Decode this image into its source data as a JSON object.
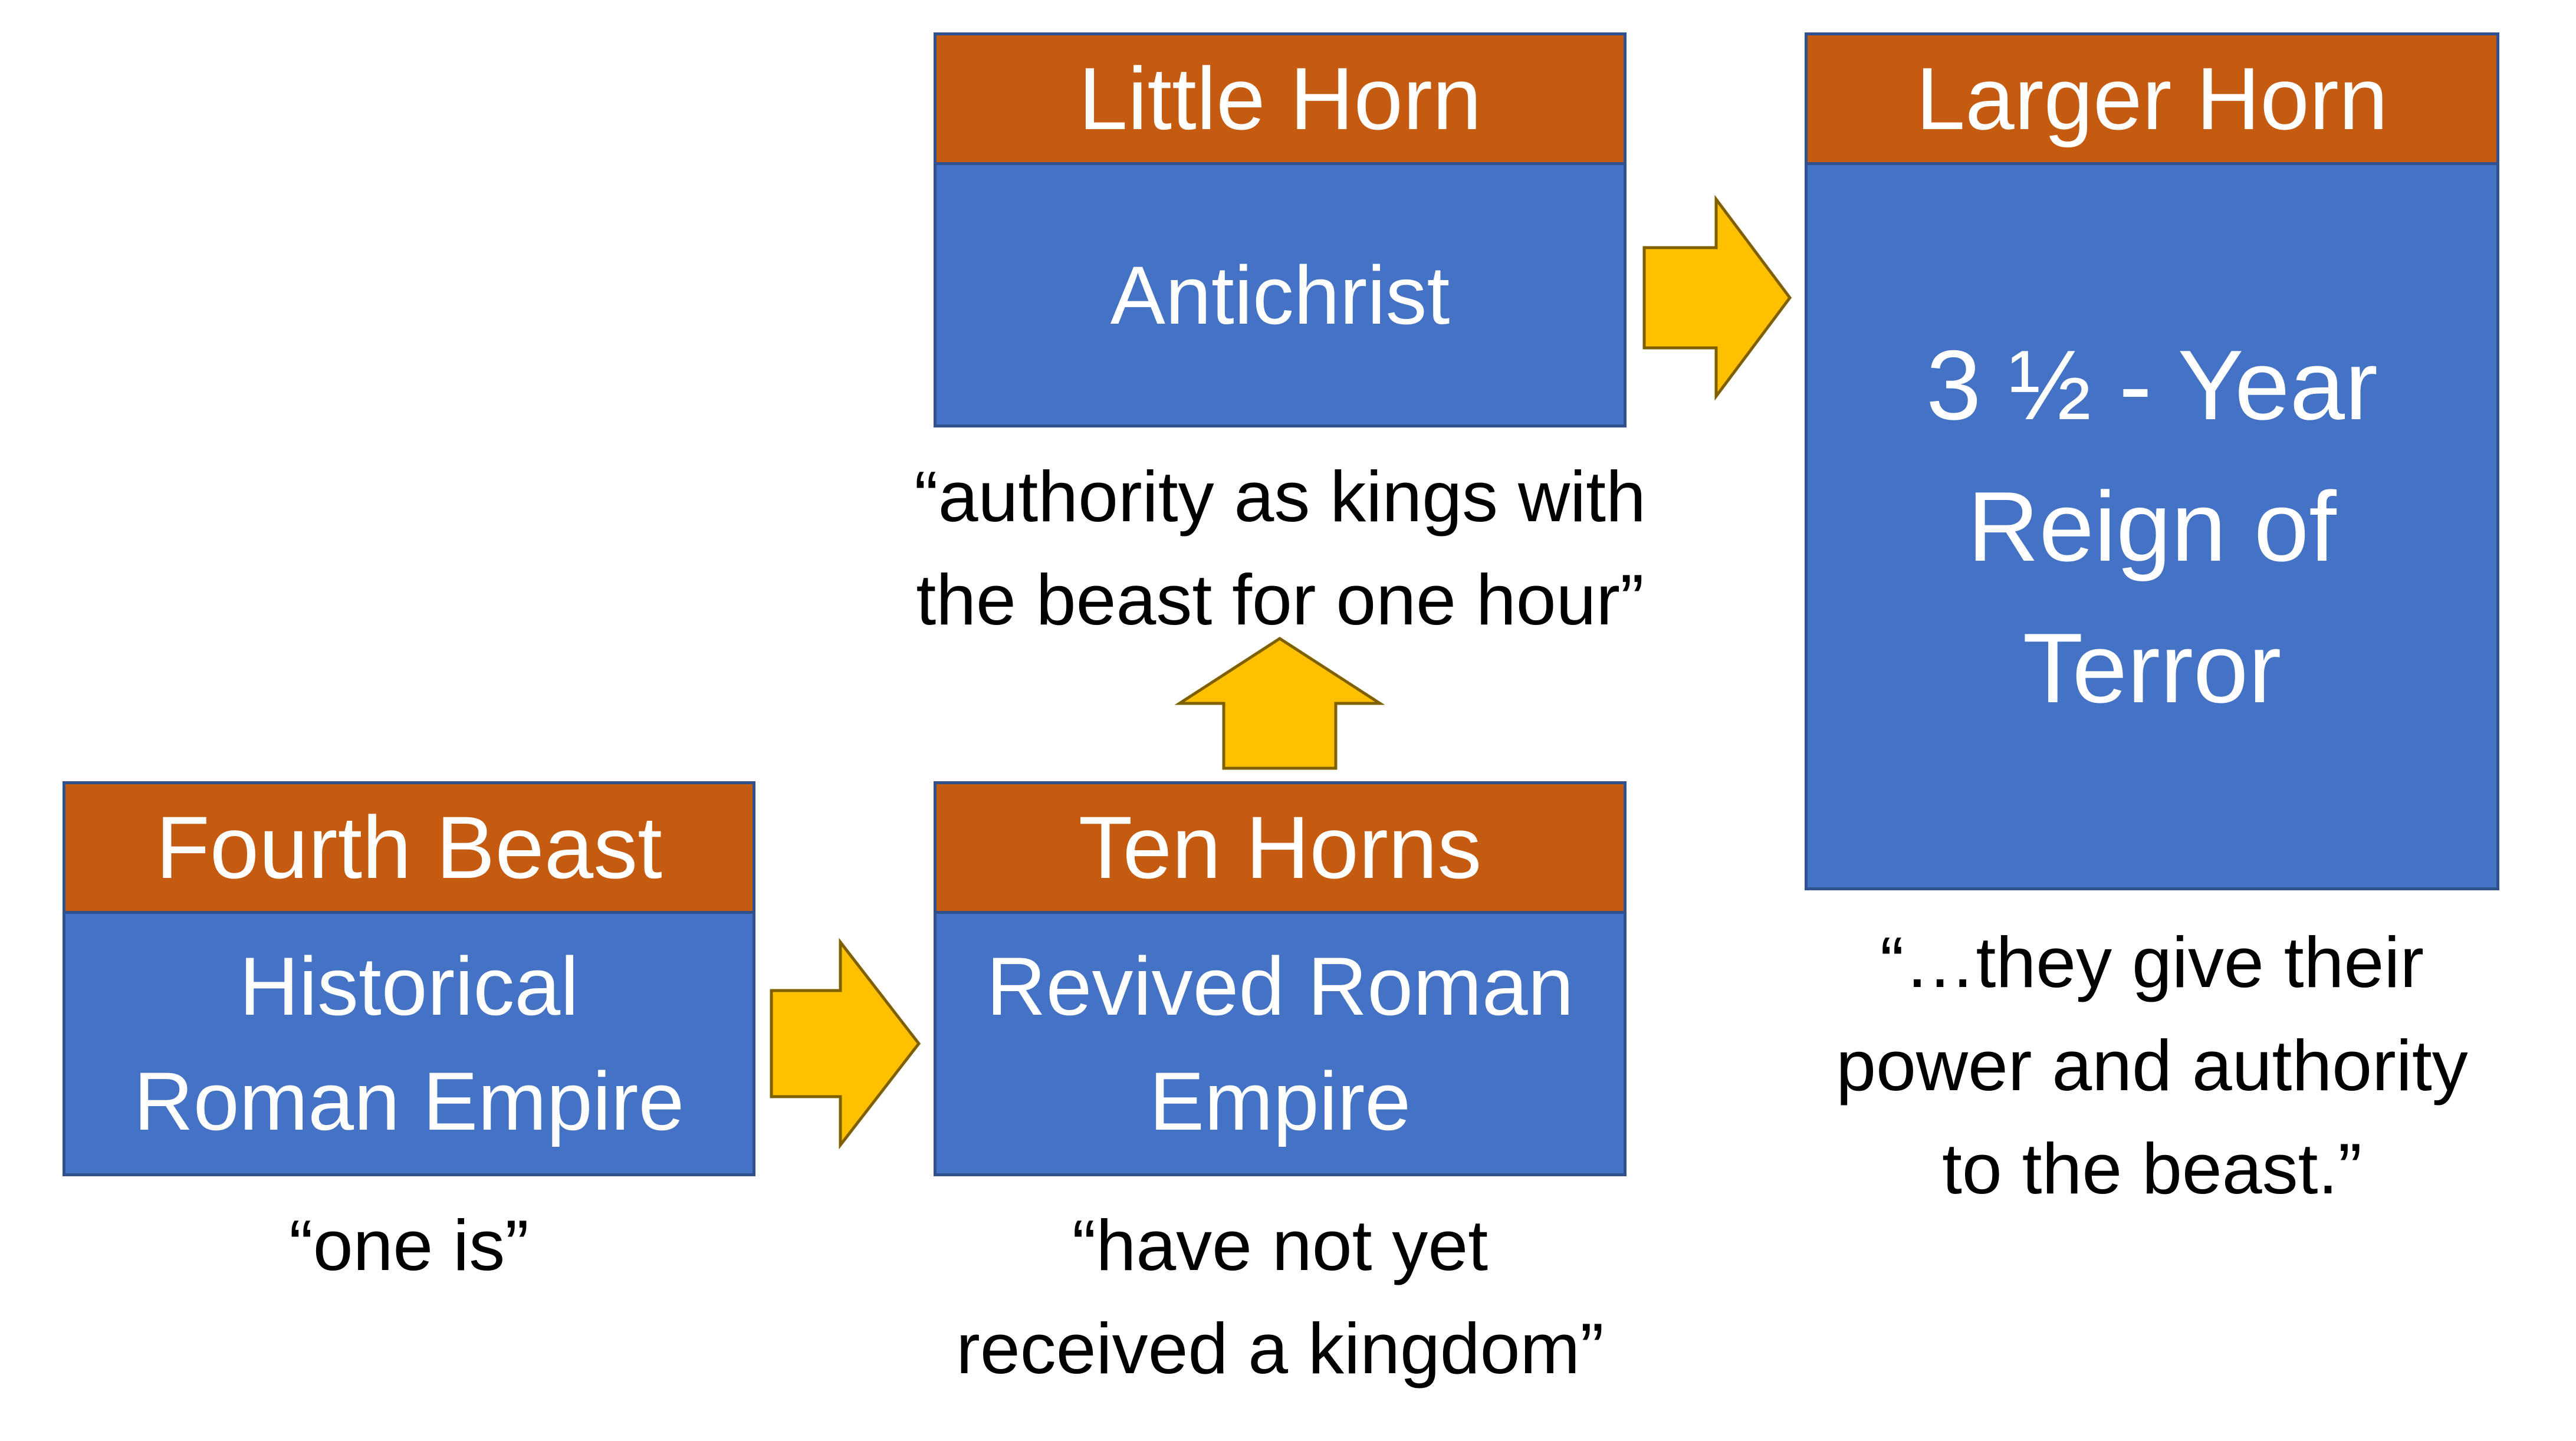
{
  "boxes": {
    "fourth_beast": {
      "title": "Fourth Beast",
      "body": "Historical\nRoman Empire",
      "quote": "“one is”"
    },
    "ten_horns": {
      "title": "Ten Horns",
      "body": "Revived Roman\nEmpire",
      "quote": "“have not yet\nreceived a kingdom”"
    },
    "little_horn": {
      "title": "Little Horn",
      "body": "Antichrist",
      "quote": "“authority as kings with\nthe beast for one hour”"
    },
    "larger_horn": {
      "title": "Larger Horn",
      "body": "3 ½ - Year\nReign of\nTerror",
      "quote": "“…they give their\npower and authority\nto the beast.”"
    }
  },
  "colors": {
    "header": "#c55a11",
    "body": "#4472c4",
    "border": "#2f528f",
    "arrow": "#ffc000"
  }
}
